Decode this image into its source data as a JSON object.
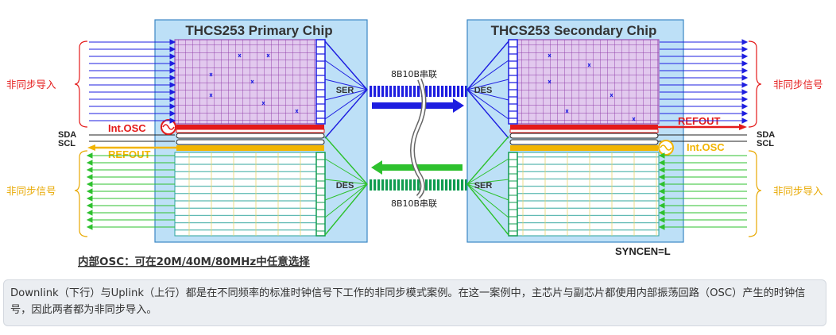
{
  "primary_chip": {
    "title": "THCS253 Primary Chip",
    "ser_label": "SER",
    "des_label": "DES",
    "int_osc_label": "Int.OSC",
    "refout_label": "REFOUT"
  },
  "secondary_chip": {
    "title": "THCS253 Secondary Chip",
    "des_label": "DES",
    "ser_label": "SER",
    "int_osc_label": "Int.OSC",
    "refout_label": "REFOUT"
  },
  "links": {
    "downlink_label": "8B10B串联",
    "uplink_label": "8B10B串联"
  },
  "left_side": {
    "async_input_label": "非同步导入",
    "async_signal_label": "非同步信号",
    "sda_label": "SDA",
    "scl_label": "SCL"
  },
  "right_side": {
    "async_signal_label": "非同步信号",
    "async_input_label": "非同步导入",
    "sda_label": "SDA",
    "scl_label": "SCL"
  },
  "osc_note": "内部OSC：可在20M/40M/80MHz中任意选择",
  "syncen_label": "SYNCEN=L",
  "caption": "Downlink（下行）与Uplink（上行）都是在不同频率的标准时钟信号下工作的非同步模式案例。在这一案例中，主芯片与副芯片都使用内部振荡回路（OSC）产生的时钟信号，因此两者都为非同步导入。",
  "colors": {
    "chip_fill": "#bde0f7",
    "chip_border": "#3b87c4",
    "downlink": "#1e1ee0",
    "uplink": "#2ec12e",
    "clock_red": "#e41a1a",
    "refout_orange": "#f2b400",
    "purple_grid": "#8f3aa8",
    "teal_grid": "#2aa39b",
    "async_left_label": "#e41a1a",
    "async_right_label": "#e8a800"
  }
}
